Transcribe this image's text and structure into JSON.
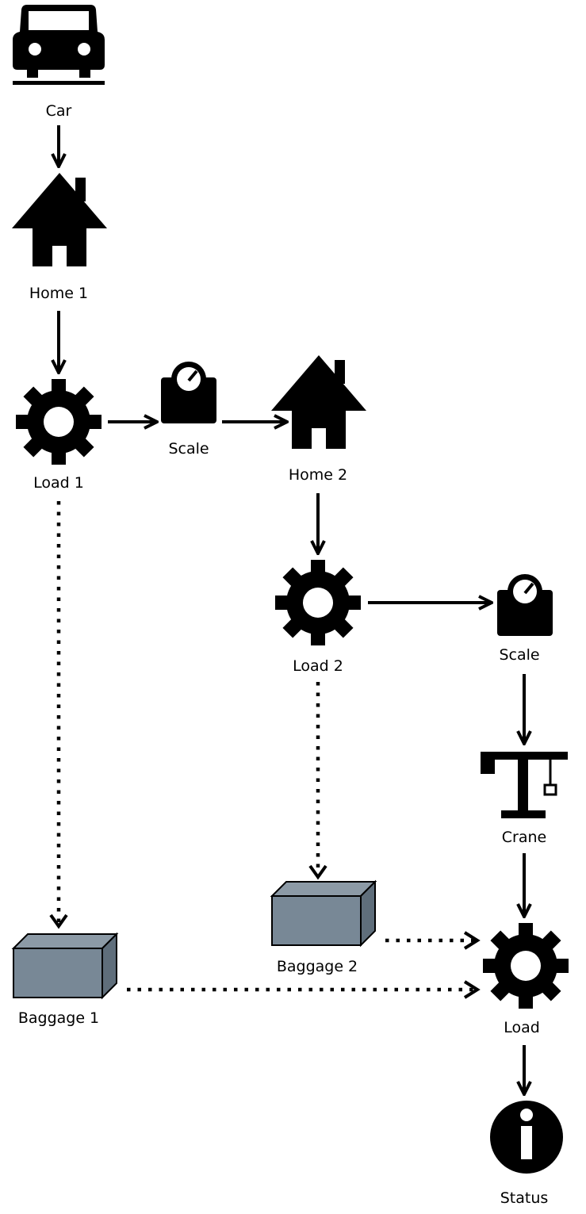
{
  "colors": {
    "ink": "#000000",
    "baggage_fill": "#788896",
    "background": "#ffffff"
  },
  "nodes": {
    "car": {
      "label": "Car",
      "icon": "car-icon"
    },
    "home1": {
      "label": "Home 1",
      "icon": "house-icon"
    },
    "load1": {
      "label": "Load 1",
      "icon": "gear-icon"
    },
    "scale1": {
      "label": "Scale",
      "icon": "scale-icon"
    },
    "home2": {
      "label": "Home 2",
      "icon": "house-icon"
    },
    "load2": {
      "label": "Load 2",
      "icon": "gear-icon"
    },
    "scale2": {
      "label": "Scale",
      "icon": "scale-icon"
    },
    "crane": {
      "label": "Crane",
      "icon": "crane-icon"
    },
    "load": {
      "label": "Load",
      "icon": "gear-icon"
    },
    "status": {
      "label": "Status",
      "icon": "info-icon"
    },
    "baggage1": {
      "label": "Baggage 1",
      "icon": "box-icon"
    },
    "baggage2": {
      "label": "Baggage 2",
      "icon": "box-icon"
    }
  },
  "edges": [
    {
      "from": "car",
      "to": "home1",
      "style": "solid"
    },
    {
      "from": "home1",
      "to": "load1",
      "style": "solid"
    },
    {
      "from": "load1",
      "to": "scale1",
      "style": "solid"
    },
    {
      "from": "scale1",
      "to": "home2",
      "style": "solid"
    },
    {
      "from": "home2",
      "to": "load2",
      "style": "solid"
    },
    {
      "from": "load2",
      "to": "scale2",
      "style": "solid"
    },
    {
      "from": "scale2",
      "to": "crane",
      "style": "solid"
    },
    {
      "from": "crane",
      "to": "load",
      "style": "solid"
    },
    {
      "from": "load",
      "to": "status",
      "style": "solid"
    },
    {
      "from": "load1",
      "to": "baggage1",
      "style": "dotted"
    },
    {
      "from": "load2",
      "to": "baggage2",
      "style": "dotted"
    },
    {
      "from": "baggage2",
      "to": "load",
      "style": "dotted"
    },
    {
      "from": "baggage1",
      "to": "load",
      "style": "dotted"
    }
  ]
}
